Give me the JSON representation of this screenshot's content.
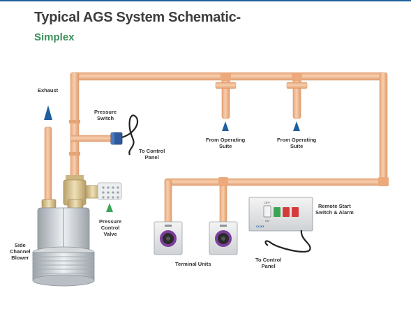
{
  "header": {
    "title": "Typical AGS System Schematic-",
    "subtitle": "Simplex"
  },
  "labels": {
    "exhaust": "Exhaust",
    "pressure_switch": "Pressure\nSwitch",
    "to_control_panel_1": "To Control\nPanel",
    "from_operating_suite_1": "From Operating\nSuite",
    "from_operating_suite_2": "From Operating\nSuite",
    "side_channel_blower": "Side\nChannel\nBlower",
    "pressure_control_valve": "Pressure\nControl\nValve",
    "terminal_units": "Terminal Units",
    "remote_start": "Remote Start\nSwitch & Alarm",
    "to_control_panel_2": "To Control\nPanel"
  },
  "alarm_panel": {
    "off_label": "OFF",
    "on_label": "ON",
    "brand": "CLINT"
  },
  "colors": {
    "accent_blue": "#1f5f9e",
    "title_gray": "#3d3d3d",
    "subtitle_green": "#3c8f5a",
    "pipe": "#f0b98e",
    "pipe_edge": "#d89a6c",
    "valve_brass": "#d9c79a",
    "indicator_green": "#3aa655",
    "indicator_red": "#d63b3b",
    "terminal_purple": "#7b3f9c"
  }
}
